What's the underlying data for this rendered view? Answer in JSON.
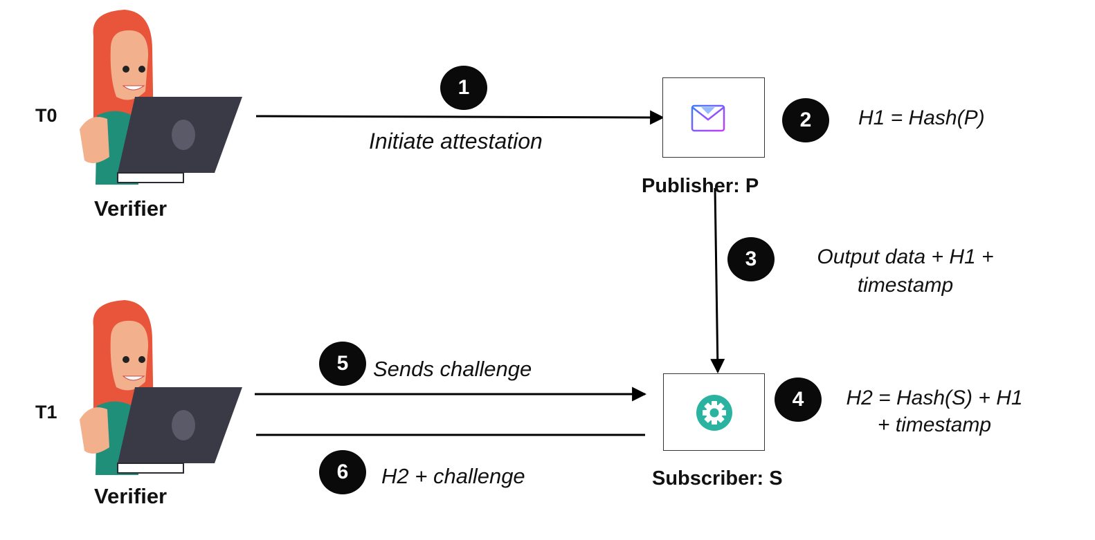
{
  "time_labels": {
    "t0": "T0",
    "t1": "T1"
  },
  "verifier_top": {
    "label": "Verifier"
  },
  "verifier_bottom": {
    "label": "Verifier"
  },
  "publisher": {
    "label": "Publisher: P",
    "icon": "mail-icon"
  },
  "subscriber": {
    "label": "Subscriber: S",
    "icon": "gear-icon"
  },
  "steps": [
    {
      "number": "1",
      "text": "Initiate attestation"
    },
    {
      "number": "2",
      "text": "H1 = Hash(P)"
    },
    {
      "number": "3",
      "line1": "Output data + H1 +",
      "line2": "timestamp"
    },
    {
      "number": "4",
      "line1": "H2 = Hash(S) + H1",
      "line2": "+  timestamp"
    },
    {
      "number": "5",
      "text": "Sends challenge"
    },
    {
      "number": "6",
      "text": "H2 + challenge"
    }
  ],
  "colors": {
    "hair": "#e8553a",
    "skin": "#f2b08c",
    "shirt": "#1f8f7a",
    "laptop": "#3a3a46",
    "mail_icon": "#8a4dff",
    "gear_icon": "#2bb3a1"
  }
}
